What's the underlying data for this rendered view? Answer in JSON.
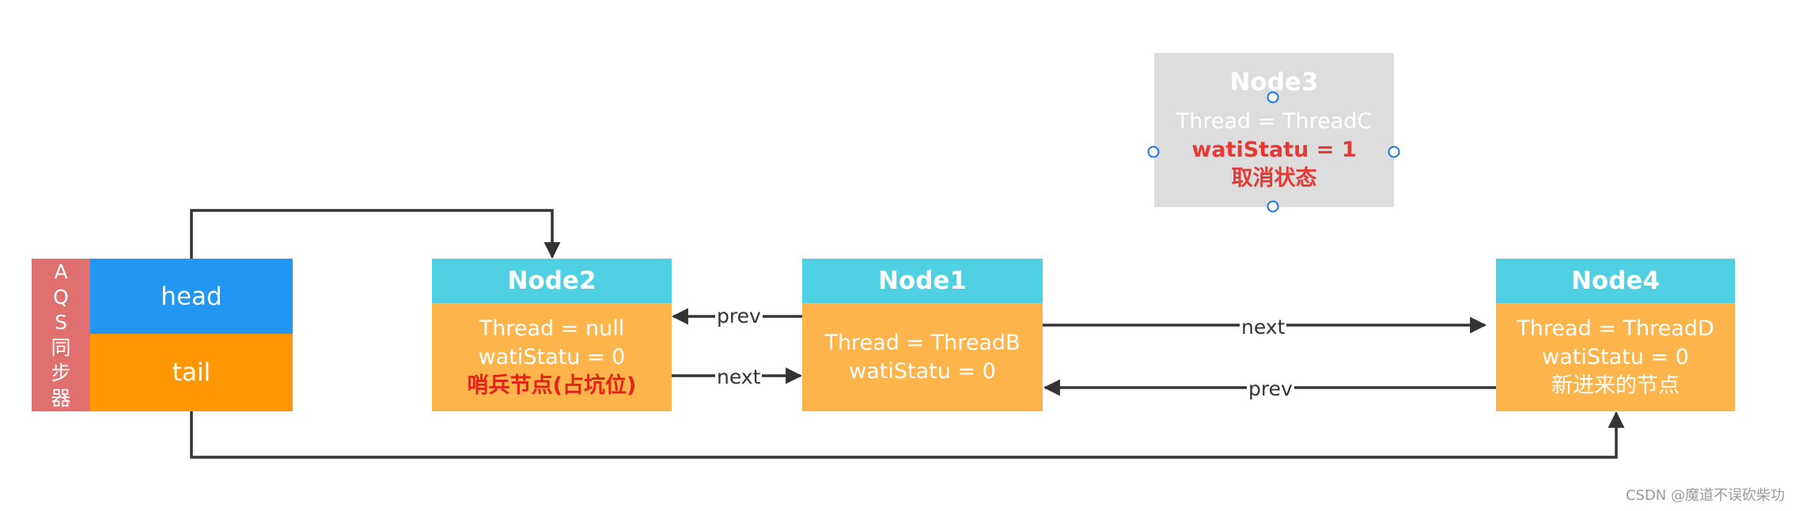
{
  "aqs": {
    "side_chars": [
      "A",
      "Q",
      "S",
      "同",
      "步",
      "器"
    ],
    "head_label": "head",
    "tail_label": "tail"
  },
  "node2": {
    "title": "Node2",
    "lines": [
      "Thread = null",
      "watiStatu = 0"
    ],
    "note": "哨兵节点(占坑位)"
  },
  "node1": {
    "title": "Node1",
    "lines": [
      "Thread = ThreadB",
      "watiStatu = 0"
    ]
  },
  "node3": {
    "title": "Node3",
    "thread": "Thread = ThreadC",
    "status": "watiStatu = 1",
    "note": "取消状态"
  },
  "node4": {
    "title": "Node4",
    "lines": [
      "Thread = ThreadD",
      "watiStatu = 0",
      "新进来的节点"
    ]
  },
  "edges": {
    "n1_to_n2": "prev",
    "n2_to_n1": "next",
    "n1_to_n4": "next",
    "n4_to_n1": "prev"
  },
  "watermark": "CSDN @魔道不误砍柴功",
  "colors": {
    "head": "#2196f3",
    "tail": "#ff9800",
    "aqs_side": "#e07070",
    "node_header": "#4fd1e3",
    "node_body": "#fdb44b",
    "cancelled_node": "#dddddd",
    "emphasis": "#e32219",
    "handles": "#1a73e8"
  }
}
